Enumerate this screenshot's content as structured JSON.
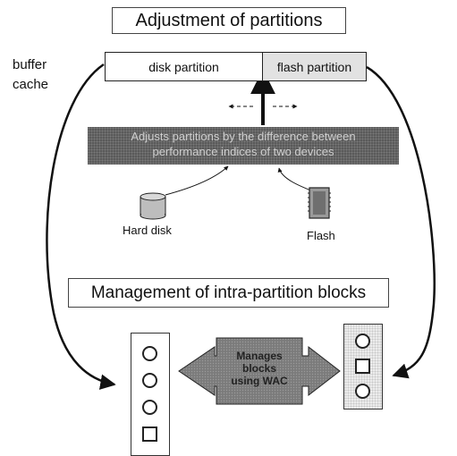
{
  "titles": {
    "adjustment": "Adjustment of partitions",
    "management": "Management of intra-partition blocks"
  },
  "buffer_cache": {
    "line1": "buffer",
    "line2": "cache"
  },
  "partitions": {
    "disk": "disk partition",
    "flash": "flash partition"
  },
  "adjust_bar": {
    "line1": "Adjusts partitions by the difference between",
    "line2": "performance indices of two devices"
  },
  "devices": {
    "hard_disk": "Hard disk",
    "flash": "Flash"
  },
  "wac": {
    "line1": "Manages",
    "line2": "blocks",
    "line3": "using WAC"
  },
  "left_column": [
    "circle",
    "circle",
    "circle",
    "square"
  ],
  "right_column": [
    "circle",
    "square",
    "circle"
  ],
  "colors": {
    "dark_fill": "#5a5a5a",
    "mid_fill": "#7d7d7d",
    "light_fill": "#e6e6e6",
    "line": "#111111"
  }
}
